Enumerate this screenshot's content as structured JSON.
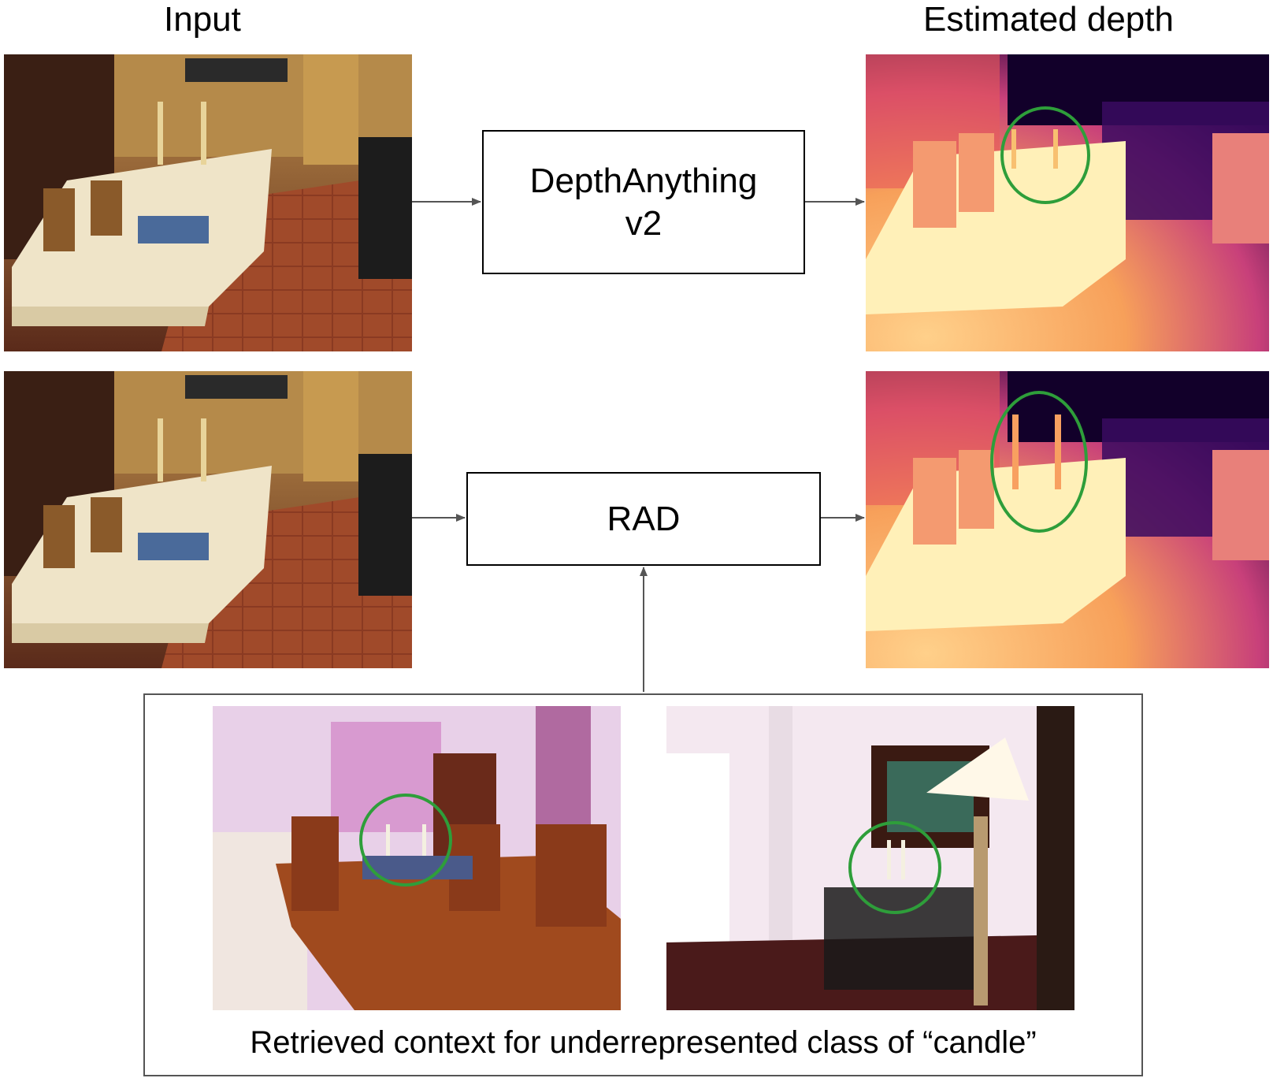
{
  "headings": {
    "input": "Input",
    "output": "Estimated depth"
  },
  "models": {
    "baseline": "DepthAnything\nv2",
    "proposed": "RAD"
  },
  "context": {
    "caption": "Retrieved context for underrepresented class of “candle”"
  },
  "colors": {
    "highlight_circle": "#2e9e3a",
    "arrow": "#555555",
    "depth_far": "#1a0033",
    "depth_mid": "#c8407a",
    "depth_near": "#fff3c8"
  },
  "icons": {
    "arrow": "arrow-icon",
    "highlight": "circle-highlight-icon"
  }
}
